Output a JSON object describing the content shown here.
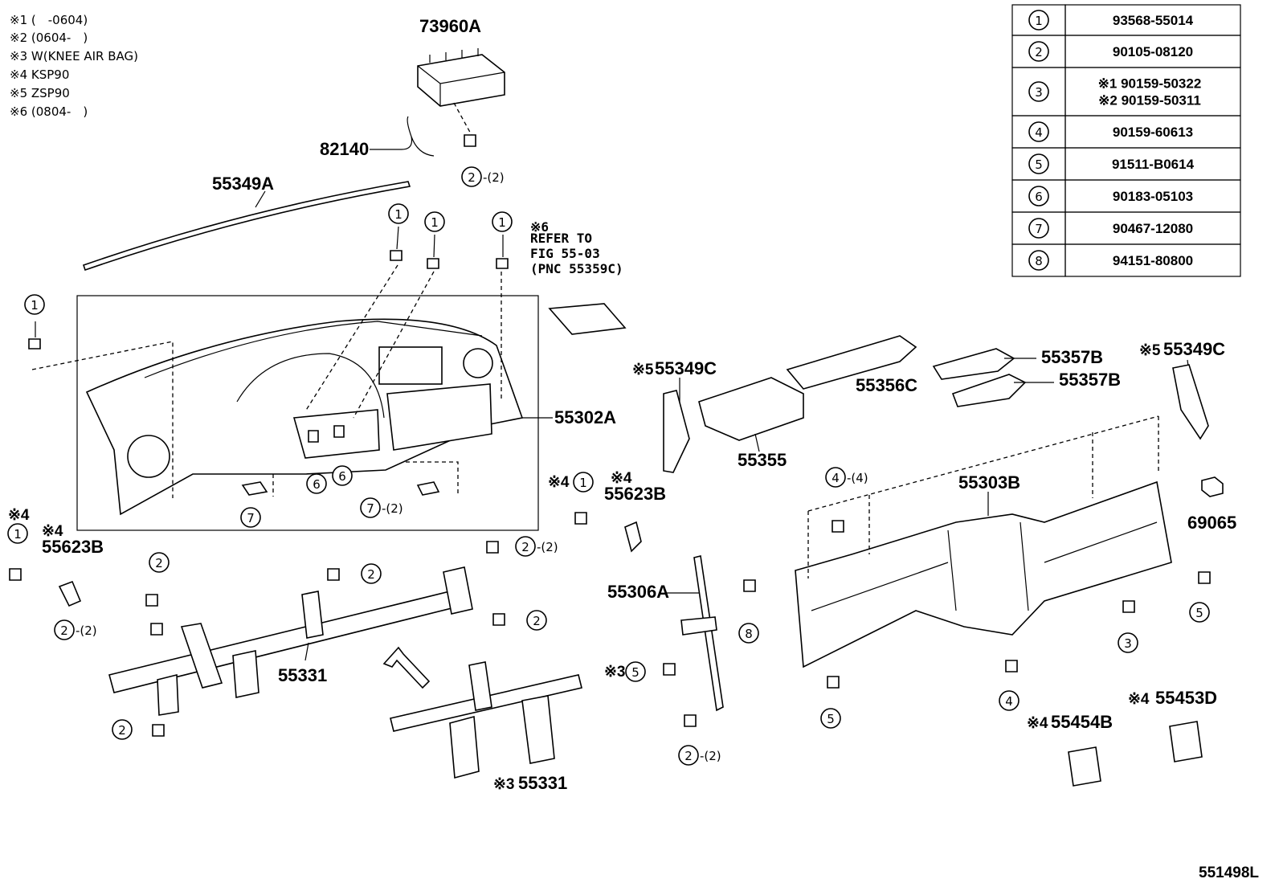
{
  "notes": [
    "※1 (　-0604)",
    "※2 (0604-　)",
    "※3 W(KNEE AIR BAG)",
    "※4 KSP90",
    "※5 ZSP90",
    "※6 (0804-　)"
  ],
  "parts_table": [
    {
      "ref": "1",
      "lines": [
        "93568-55014"
      ]
    },
    {
      "ref": "2",
      "lines": [
        "90105-08120"
      ]
    },
    {
      "ref": "3",
      "lines": [
        "※1 90159-50322",
        "※2 90159-50311"
      ]
    },
    {
      "ref": "4",
      "lines": [
        "90159-60613"
      ]
    },
    {
      "ref": "5",
      "lines": [
        "91511-B0614"
      ]
    },
    {
      "ref": "6",
      "lines": [
        "90183-05103"
      ]
    },
    {
      "ref": "7",
      "lines": [
        "90467-12080"
      ]
    },
    {
      "ref": "8",
      "lines": [
        "94151-80800"
      ]
    }
  ],
  "labels": {
    "airbag": "73960A",
    "wire": "82140",
    "strip": "55349A",
    "refer_note": "※6",
    "refer_1": "REFER TO",
    "refer_2": "FIG 55-03",
    "refer_3": "(PNC 55359C)",
    "panel": "55302A",
    "box_right_left": "55349C",
    "box_right_left_mark": "※5",
    "duct_small": "55355",
    "duct_long": "55356C",
    "duct_b1": "55357B",
    "duct_b2": "55357B",
    "side_right": "55349C",
    "side_right_mark": "※5",
    "bracket_mid": "55623B",
    "bracket_mid_mark": "※4",
    "bracket_left": "55623B",
    "bracket_left_mark": "※4",
    "frame_upper": "55303B",
    "switch": "69065",
    "brace": "55306A",
    "beam": "55331",
    "beam_lower": "55331",
    "beam_lower_mark": "※3",
    "cover_b": "55454B",
    "cover_b_mark": "※4",
    "cover_d": "55453D",
    "cover_d_mark": "※4",
    "figure_id": "551498L"
  },
  "callouts": {
    "qty2": "-(2)",
    "qty4": "-(4)",
    "mark3": "※3",
    "mark4": "※4"
  }
}
